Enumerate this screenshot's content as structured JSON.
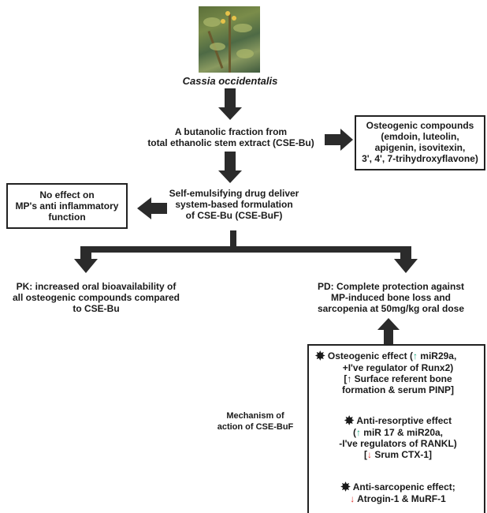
{
  "plant": {
    "name": "Cassia occidentalis"
  },
  "fraction": {
    "line1": "A butanolic fraction from",
    "line2": "total ethanolic stem extract (CSE-Bu)"
  },
  "osteogenic": {
    "line1": "Osteogenic compounds",
    "line2": "(emdoin, luteolin,",
    "line3": "apigenin, isovitexin,",
    "line4": "3', 4', 7-trihydroxyflavone)"
  },
  "formulation": {
    "line1": "Self-emulsifying drug deliver",
    "line2": "system-based formulation",
    "line3": "of CSE-Bu (CSE-BuF)"
  },
  "no_effect": {
    "line1": "No effect on",
    "line2": "MP's anti inflammatory",
    "line3": "function"
  },
  "pk": {
    "line1": "PK: increased oral bioavailability of",
    "line2": "all osteogenic compounds compared",
    "line3": "to CSE-Bu"
  },
  "pd": {
    "line1": "PD: Complete protection against",
    "line2": "MP-induced bone loss and",
    "line3": "sarcopenia at 50mg/kg oral dose"
  },
  "mechanism_label": {
    "line1": "Mechanism of",
    "line2": "action of CSE-BuF"
  },
  "mechanism": {
    "bullet": "✸",
    "up_arrow": "↑",
    "down_arrow": "↓",
    "osteogenic": {
      "a": "Osteogenic effect (",
      "b": " miR29a,",
      "line2": "+I've regulator of Runx2)",
      "line3a": "[",
      "line3b": " Surface referent bone",
      "line4": "formation & serum PINP]"
    },
    "antiresorptive": {
      "line1": "Anti-resorptive effect",
      "line2a": "(",
      "line2b": " miR 17 & miR20a,",
      "line3": "-I've regulators of RANKL)",
      "line4a": "[",
      "line4b": " Srum CTX-1]"
    },
    "antisarcopenic": {
      "line1": "Anti-sarcopenic effect;",
      "line2": " Atrogin-1 & MuRF-1"
    }
  },
  "colors": {
    "arrow": "#2b2b2b",
    "up": "#1aa37a",
    "down": "#d9302c"
  }
}
